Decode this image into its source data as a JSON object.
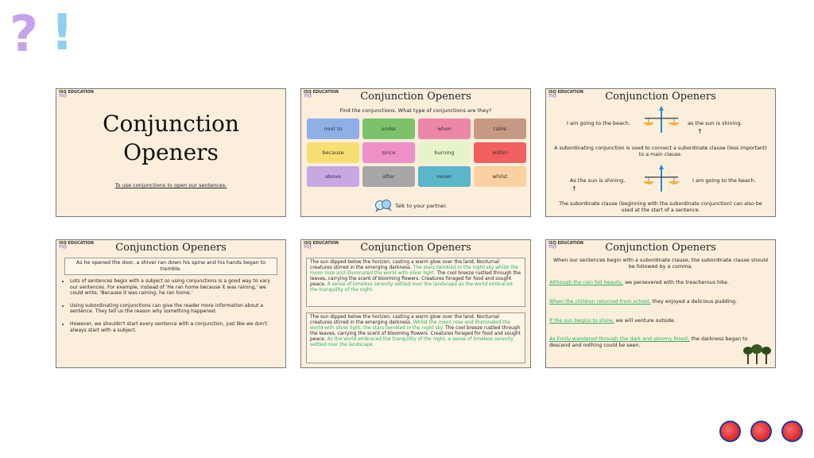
{
  "brand": {
    "question_mark": "?",
    "exclamation_mark": "!",
    "logo_text": "ISQ EDUCATION",
    "logo_marks": "?!()"
  },
  "slide1": {
    "title_line1": "Conjunction",
    "title_line2": "Openers",
    "objective": "To use conjunctions to open our sentences."
  },
  "slide2": {
    "title": "Conjunction Openers",
    "prompt": "Find the conjunctions. What type of conjunctions are they?",
    "words": [
      {
        "text": "next to",
        "color": "#8fb0e6"
      },
      {
        "text": "under",
        "color": "#7cc26a"
      },
      {
        "text": "when",
        "color": "#ec87a6"
      },
      {
        "text": "table",
        "color": "#c99a83"
      },
      {
        "text": "because",
        "color": "#f7df73"
      },
      {
        "text": "since",
        "color": "#ef8fc7"
      },
      {
        "text": "burning",
        "color": "#e6f5c9"
      },
      {
        "text": "within",
        "color": "#f25f5f"
      },
      {
        "text": "above",
        "color": "#c7a8e1"
      },
      {
        "text": "after",
        "color": "#a7a7a7"
      },
      {
        "text": "never",
        "color": "#59b7c8"
      },
      {
        "text": "whilst",
        "color": "#fbd1a1"
      }
    ],
    "talk": "Talk to your partner."
  },
  "slide3": {
    "title": "Conjunction Openers",
    "main_clause_1": "I am going to the beach.",
    "sub_clause_1": "as the sun is shining.",
    "explanation_1": "A subordinating conjunction is used to connect a subordinate clause (less important) to a main clause.",
    "sub_clause_2": "As the sun is shining,",
    "main_clause_2": "I am going to the beach.",
    "explanation_2": "The subordinate clause (beginning with the subordinate conjunction) can also be used at the start of a sentence."
  },
  "slide4": {
    "title": "Conjunction Openers",
    "boxed": "As he opened the door, a shiver ran down his spine and his hands began to tremble.",
    "bullets": [
      "Lots of sentences begin with a subject so using conjunctions is a good way to vary our sentences. For example, instead of 'He ran home because it was raining,' we could write, 'Because it was raining, he ran home.'",
      "Using subordinating conjunctions can give the reader more information about a sentence. They tell us the reason why something happened.",
      "However, we shouldn't start every sentence with a conjunction, just like we don't always start with a subject."
    ]
  },
  "slide5": {
    "title": "Conjunction Openers",
    "p1_a": "The sun dipped below the horizon, casting a warm glow over the land. Nocturnal creatures stirred in the emerging darkness. ",
    "p1_b": "The stars twinkled in the night sky whilst the moon rose and illuminated the world with silver light.",
    "p1_c": " The cool breeze rustled through the leaves, carrying the scent of blooming flowers. Creatures foraged for food and sought peace. ",
    "p1_d": "A sense of timeless serenity settled over the landscape as the world embraced the tranquility of the night.",
    "p2_a": "The sun dipped below the horizon, casting a warm glow over the land. Nocturnal creatures stirred in the emerging darkness. ",
    "p2_b": "Whilst the moon rose and illuminated the world with silver light, the stars twinkled in the night sky.",
    "p2_c": " The cool breeze rustled through the leaves, carrying the scent of blooming flowers. Creatures foraged for food and sought peace. ",
    "p2_d": "As the world embraced the tranquility of the night, a sense of timeless serenity settled over the landscape."
  },
  "slide6": {
    "title": "Conjunction Openers",
    "intro": "When our sentences begin with a subordinate clause, the subordinate clause should be followed by a comma.",
    "examples": [
      {
        "clause": "Although the rain fell heavily,",
        "rest": " we persevered with the treacherous hike."
      },
      {
        "clause": "When the children returned from school,",
        "rest": " they enjoyed a delicious pudding."
      },
      {
        "clause": "If the sun begins to shine,",
        "rest": " we will venture outside."
      },
      {
        "clause": "As Emily wandered through the dark and gloomy forest,",
        "rest": " the darkness began to descend and nothing could be seen."
      }
    ]
  },
  "colors": {
    "slide_bg": "#fbefdc",
    "green_text": "#2db05b",
    "dot_red": "#e12f32"
  }
}
